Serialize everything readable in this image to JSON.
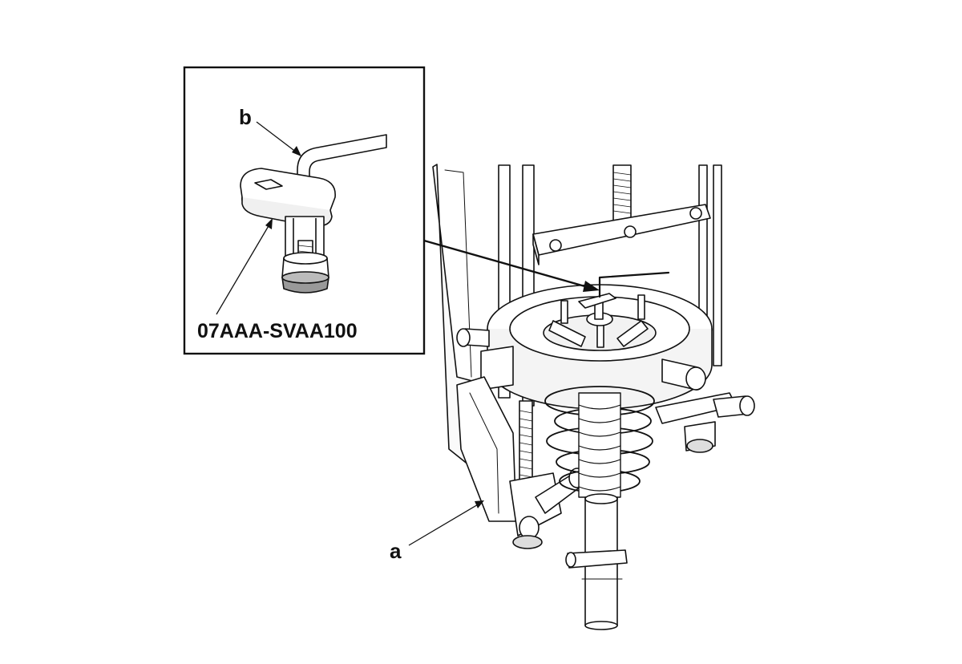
{
  "callouts": {
    "a": "a",
    "b": "b",
    "tool_number": "07AAA-SVAA100"
  },
  "colors": {
    "line": "#111111",
    "fill": "#ffffff",
    "shade": "#e9e9e9",
    "dark": "#555555"
  }
}
